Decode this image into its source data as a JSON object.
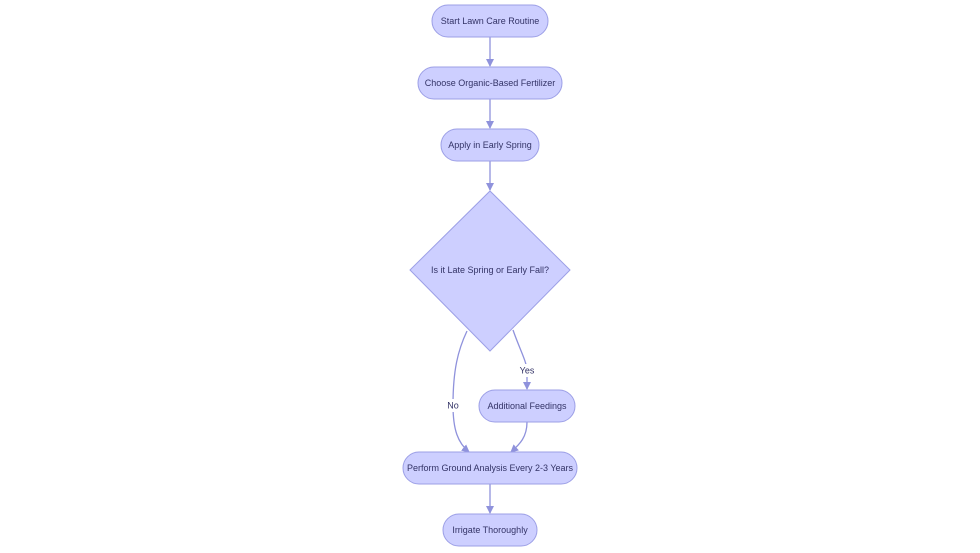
{
  "diagram": {
    "colors": {
      "node_fill": "#cdcfff",
      "node_stroke": "#9c9fe6",
      "edge": "#8f92dc",
      "text": "#333366"
    },
    "nodes": {
      "start": "Start Lawn Care Routine",
      "fertilizer": "Choose Organic-Based Fertilizer",
      "spring": "Apply in Early Spring",
      "decision": "Is it Late Spring or Early Fall?",
      "feedings": "Additional Feedings",
      "analysis": "Perform Ground Analysis Every 2-3 Years",
      "irrigate": "Irrigate Thoroughly"
    },
    "edges": {
      "yes_label": "Yes",
      "no_label": "No"
    }
  }
}
